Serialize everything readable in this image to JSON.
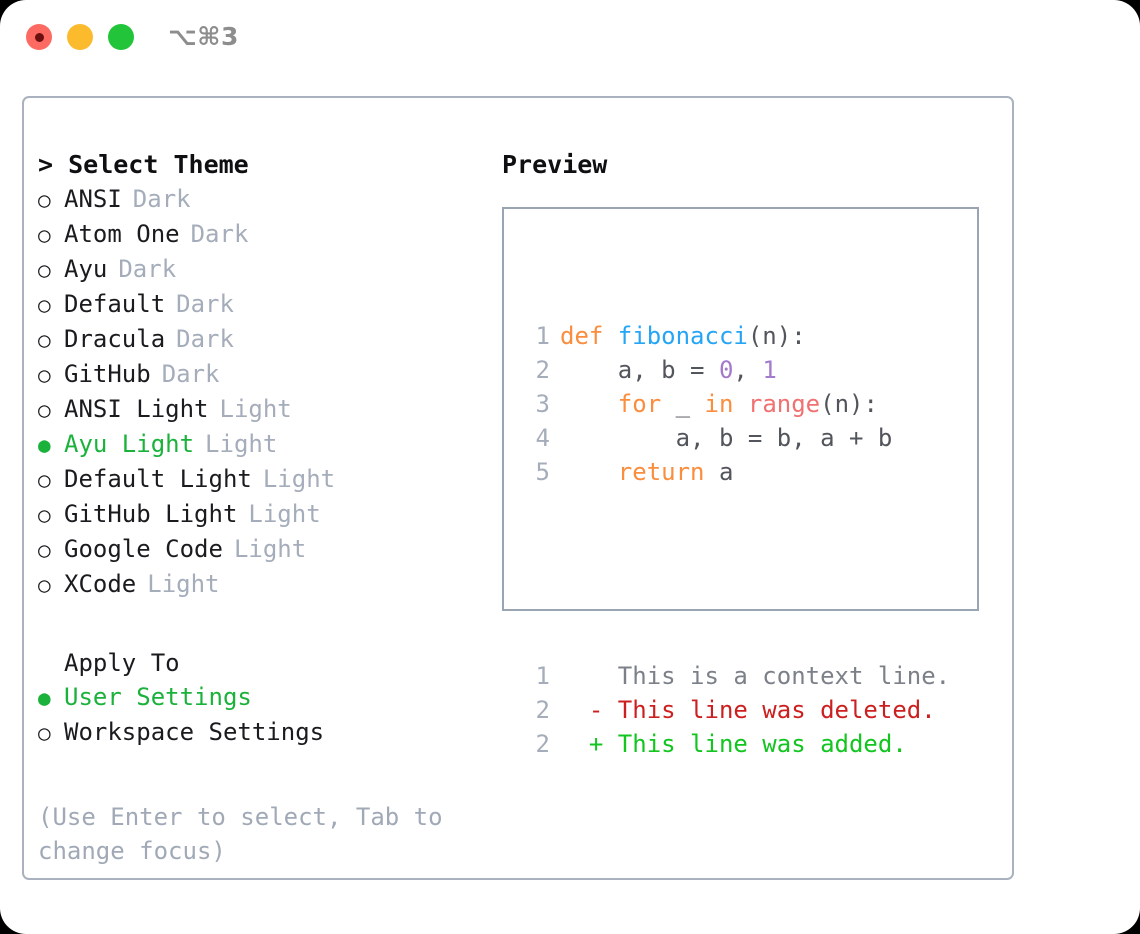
{
  "titlebar": {
    "shortcut": "⌥⌘3",
    "lights": [
      {
        "name": "close",
        "color": "#fd6a61"
      },
      {
        "name": "minimize",
        "color": "#fcbb2d"
      },
      {
        "name": "maximize",
        "color": "#22c53a"
      }
    ]
  },
  "theme_picker": {
    "heading": "> Select Theme",
    "items": [
      {
        "marker": "○",
        "label": "ANSI",
        "variant": "Dark",
        "selected": false
      },
      {
        "marker": "○",
        "label": "Atom One",
        "variant": "Dark",
        "selected": false
      },
      {
        "marker": "○",
        "label": "Ayu",
        "variant": "Dark",
        "selected": false
      },
      {
        "marker": "○",
        "label": "Default",
        "variant": "Dark",
        "selected": false
      },
      {
        "marker": "○",
        "label": "Dracula",
        "variant": "Dark",
        "selected": false
      },
      {
        "marker": "○",
        "label": "GitHub",
        "variant": "Dark",
        "selected": false
      },
      {
        "marker": "○",
        "label": "ANSI Light",
        "variant": "Light",
        "selected": false
      },
      {
        "marker": "●",
        "label": "Ayu Light",
        "variant": "Light",
        "selected": true
      },
      {
        "marker": "○",
        "label": "Default Light",
        "variant": "Light",
        "selected": false
      },
      {
        "marker": "○",
        "label": "GitHub Light",
        "variant": "Light",
        "selected": false
      },
      {
        "marker": "○",
        "label": "Google Code",
        "variant": "Light",
        "selected": false
      },
      {
        "marker": "○",
        "label": "XCode",
        "variant": "Light",
        "selected": false
      }
    ]
  },
  "apply_to": {
    "heading": "Apply To",
    "items": [
      {
        "marker": "●",
        "label": "User Settings",
        "selected": true
      },
      {
        "marker": "○",
        "label": "Workspace Settings",
        "selected": false
      }
    ]
  },
  "hint": "(Use Enter to select, Tab to change focus)",
  "preview": {
    "heading": "Preview",
    "code_lines": [
      {
        "number": "1",
        "tokens": [
          {
            "text": "def ",
            "type": "kw"
          },
          {
            "text": "fibonacci",
            "type": "fn"
          },
          {
            "text": "(n):",
            "type": "punc"
          }
        ]
      },
      {
        "number": "2",
        "tokens": [
          {
            "text": "    a, b = ",
            "type": "id"
          },
          {
            "text": "0",
            "type": "num"
          },
          {
            "text": ", ",
            "type": "id"
          },
          {
            "text": "1",
            "type": "num"
          }
        ]
      },
      {
        "number": "3",
        "tokens": [
          {
            "text": "    ",
            "type": "id"
          },
          {
            "text": "for",
            "type": "kw"
          },
          {
            "text": " _ ",
            "type": "id"
          },
          {
            "text": "in",
            "type": "kw"
          },
          {
            "text": " ",
            "type": "id"
          },
          {
            "text": "range",
            "type": "bi"
          },
          {
            "text": "(n):",
            "type": "punc"
          }
        ]
      },
      {
        "number": "4",
        "tokens": [
          {
            "text": "        a, b = b, a + b",
            "type": "id"
          }
        ]
      },
      {
        "number": "5",
        "tokens": [
          {
            "text": "    ",
            "type": "id"
          },
          {
            "text": "return",
            "type": "kw"
          },
          {
            "text": " a",
            "type": "id"
          }
        ]
      }
    ],
    "diff_lines": [
      {
        "number": "1",
        "sign": " ",
        "text": " This is a context line.",
        "type": "ctx"
      },
      {
        "number": "2",
        "sign": "-",
        "text": " This line was deleted.",
        "type": "del"
      },
      {
        "number": "2",
        "sign": "+",
        "text": " This line was added.",
        "type": "add"
      }
    ]
  },
  "colors": {
    "accent_selected": "#1bb23c",
    "muted": "#a5adbb",
    "border": "#9aa5b4",
    "keyword": "#fa8d3e",
    "function": "#26a5f5",
    "number": "#a37acc",
    "builtin": "#f07171",
    "identifier": "#52555c",
    "diff_added": "#12c51f",
    "diff_deleted": "#cc2020",
    "diff_context": "#7c8089"
  }
}
